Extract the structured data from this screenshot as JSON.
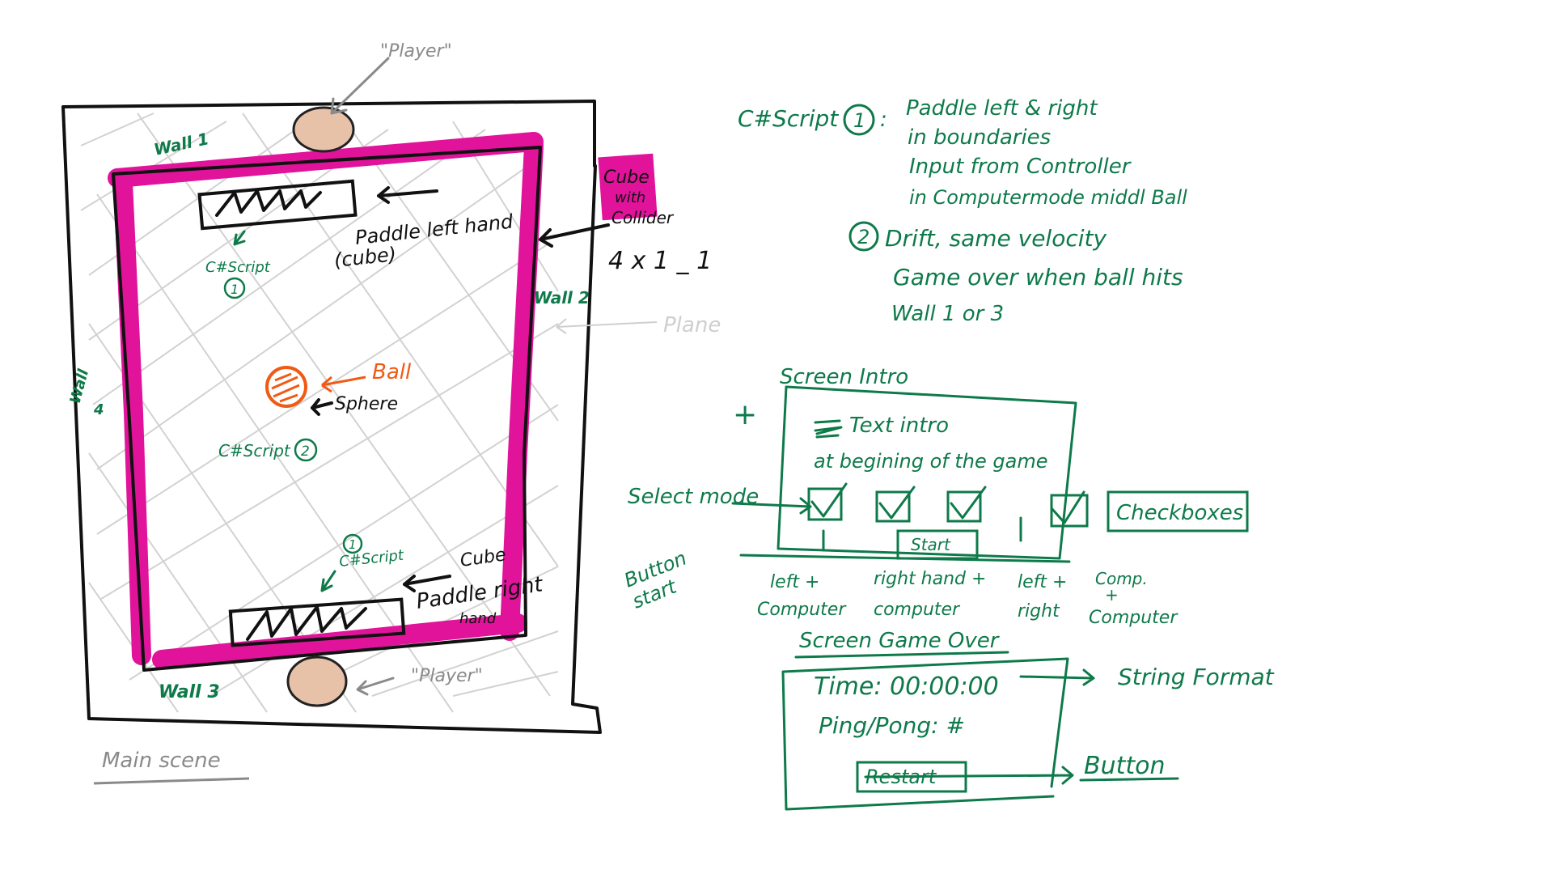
{
  "colors": {
    "ink": "#111111",
    "green": "#0e7a4a",
    "magenta": "#e0139a",
    "orange": "#f05a14",
    "skin": "#e8c2a8",
    "gray": "#8a8a8a"
  },
  "main_scene": {
    "player_top": "\"Player\"",
    "player_bottom": "\"Player\"",
    "wall_1": "Wall 1",
    "wall_2": "Wall 2",
    "wall_3": "Wall 3",
    "wall_4_a": "Wall",
    "wall_4_b": "4",
    "cube_collider_1": "Cube",
    "cube_collider_2": "with",
    "cube_collider_3": "Collider",
    "dims": "4 x 1 _ 1",
    "paddle_left_1": "Paddle left hand",
    "paddle_left_2": "(cube)",
    "script1_label": "C#Script",
    "script1_num": "1",
    "plane": "Plane",
    "ball": "Ball",
    "sphere": "Sphere",
    "script2_label": "C#Script",
    "script2_num": "2",
    "script1b_num": "1",
    "script1b_label": "C#Script",
    "cube_small": "Cube",
    "paddle_right_1": "Paddle right",
    "paddle_right_2": "hand",
    "caption": "Main scene"
  },
  "notes": {
    "script_header": "C#Script",
    "n1": "1",
    "n1_line1": "Paddle left & right",
    "n1_line2": "in boundaries",
    "n1_line3": "Input from Controller",
    "n1_line4": "in Computermode middl Ball",
    "n2": "2",
    "n2_line1": "Drift, same velocity",
    "n2_line2": "Game over when ball hits",
    "n2_line3": "Wall 1 or 3"
  },
  "screen_intro": {
    "title": "Screen Intro",
    "plus": "+",
    "text_line1": "Text intro",
    "text_line2": "at begining of the game",
    "select_mode": "Select mode",
    "checkboxes": "Checkboxes",
    "start": "Start",
    "button_start_1": "Button",
    "button_start_2": "start",
    "opt1_a": "left +",
    "opt1_b": "Computer",
    "opt2_a": "right hand +",
    "opt2_b": "computer",
    "opt3_a": "left +",
    "opt3_b": "right",
    "opt4_a": "Comp.",
    "opt4_b": "+",
    "opt4_c": "Computer"
  },
  "screen_gameover": {
    "title": "Screen Game Over",
    "time": "Time: 00:00:00",
    "pingpong": "Ping/Pong: #",
    "restart": "Restart",
    "string_format": "String Format",
    "button": "Button"
  }
}
